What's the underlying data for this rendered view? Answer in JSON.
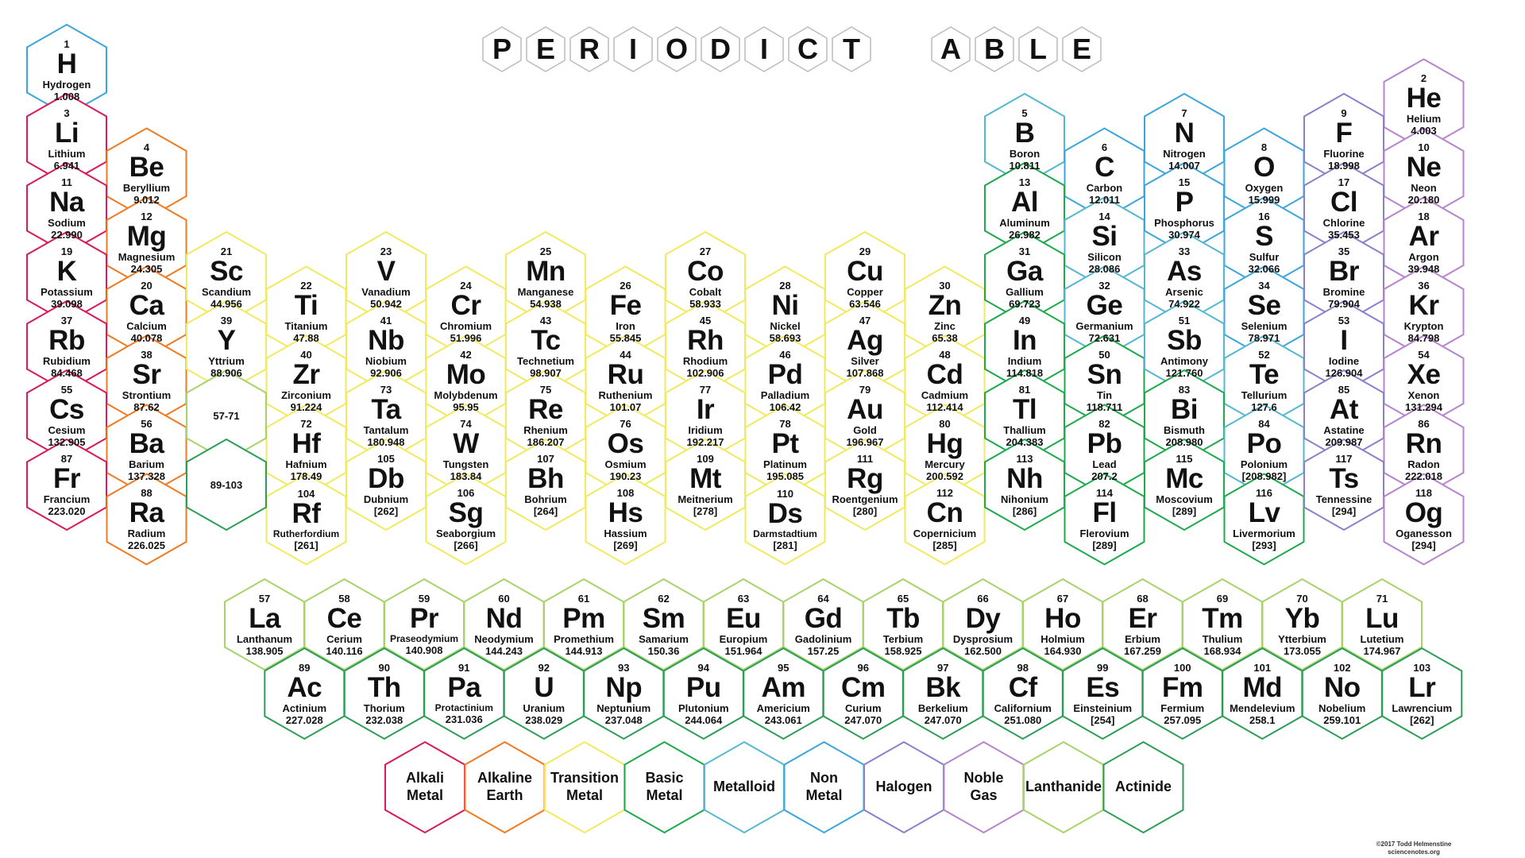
{
  "title": {
    "letters": [
      "P",
      "E",
      "R",
      "I",
      "O",
      "D",
      "I",
      "C",
      "T",
      "A",
      "B",
      "L",
      "E"
    ]
  },
  "colors": {
    "alkali": "#d81b5a",
    "alkaline": "#f07b22",
    "transition": "#f2ea5e",
    "basic": "#1faa4e",
    "metalloid": "#55b8d0",
    "nonmetal": "#3da6dc",
    "halogen": "#8d7fcc",
    "noble": "#b685cf",
    "lanthanide": "#a8d36b",
    "actinide": "#2e9e57"
  },
  "elements": [
    {
      "n": "1",
      "s": "H",
      "name": "Hydrogen",
      "m": "1.008",
      "c": "nonmetal",
      "row": 1,
      "col": 1
    },
    {
      "n": "2",
      "s": "He",
      "name": "Helium",
      "m": "4.003",
      "c": "noble",
      "row": 1,
      "col": 18
    },
    {
      "n": "3",
      "s": "Li",
      "name": "Lithium",
      "m": "6.941",
      "c": "alkali",
      "row": 2,
      "col": 1
    },
    {
      "n": "4",
      "s": "Be",
      "name": "Beryllium",
      "m": "9.012",
      "c": "alkaline",
      "row": 2,
      "col": 2
    },
    {
      "n": "5",
      "s": "B",
      "name": "Boron",
      "m": "10.811",
      "c": "metalloid",
      "row": 2,
      "col": 13
    },
    {
      "n": "6",
      "s": "C",
      "name": "Carbon",
      "m": "12.011",
      "c": "nonmetal",
      "row": 2,
      "col": 14
    },
    {
      "n": "7",
      "s": "N",
      "name": "Nitrogen",
      "m": "14.007",
      "c": "nonmetal",
      "row": 2,
      "col": 15
    },
    {
      "n": "8",
      "s": "O",
      "name": "Oxygen",
      "m": "15.999",
      "c": "nonmetal",
      "row": 2,
      "col": 16
    },
    {
      "n": "9",
      "s": "F",
      "name": "Fluorine",
      "m": "18.998",
      "c": "halogen",
      "row": 2,
      "col": 17
    },
    {
      "n": "10",
      "s": "Ne",
      "name": "Neon",
      "m": "20.180",
      "c": "noble",
      "row": 2,
      "col": 18
    },
    {
      "n": "11",
      "s": "Na",
      "name": "Sodium",
      "m": "22.990",
      "c": "alkali",
      "row": 3,
      "col": 1
    },
    {
      "n": "12",
      "s": "Mg",
      "name": "Magnesium",
      "m": "24.305",
      "c": "alkaline",
      "row": 3,
      "col": 2
    },
    {
      "n": "13",
      "s": "Al",
      "name": "Aluminum",
      "m": "26.982",
      "c": "basic",
      "row": 3,
      "col": 13
    },
    {
      "n": "14",
      "s": "Si",
      "name": "Silicon",
      "m": "28.086",
      "c": "metalloid",
      "row": 3,
      "col": 14
    },
    {
      "n": "15",
      "s": "P",
      "name": "Phosphorus",
      "m": "30.974",
      "c": "nonmetal",
      "row": 3,
      "col": 15
    },
    {
      "n": "16",
      "s": "S",
      "name": "Sulfur",
      "m": "32.066",
      "c": "nonmetal",
      "row": 3,
      "col": 16
    },
    {
      "n": "17",
      "s": "Cl",
      "name": "Chlorine",
      "m": "35.453",
      "c": "halogen",
      "row": 3,
      "col": 17
    },
    {
      "n": "18",
      "s": "Ar",
      "name": "Argon",
      "m": "39.948",
      "c": "noble",
      "row": 3,
      "col": 18
    },
    {
      "n": "19",
      "s": "K",
      "name": "Potassium",
      "m": "39.098",
      "c": "alkali",
      "row": 4,
      "col": 1
    },
    {
      "n": "20",
      "s": "Ca",
      "name": "Calcium",
      "m": "40.078",
      "c": "alkaline",
      "row": 4,
      "col": 2
    },
    {
      "n": "21",
      "s": "Sc",
      "name": "Scandium",
      "m": "44.956",
      "c": "transition",
      "row": 4,
      "col": 3
    },
    {
      "n": "22",
      "s": "Ti",
      "name": "Titanium",
      "m": "47.88",
      "c": "transition",
      "row": 4,
      "col": 4
    },
    {
      "n": "23",
      "s": "V",
      "name": "Vanadium",
      "m": "50.942",
      "c": "transition",
      "row": 4,
      "col": 5
    },
    {
      "n": "24",
      "s": "Cr",
      "name": "Chromium",
      "m": "51.996",
      "c": "transition",
      "row": 4,
      "col": 6
    },
    {
      "n": "25",
      "s": "Mn",
      "name": "Manganese",
      "m": "54.938",
      "c": "transition",
      "row": 4,
      "col": 7
    },
    {
      "n": "26",
      "s": "Fe",
      "name": "Iron",
      "m": "55.845",
      "c": "transition",
      "row": 4,
      "col": 8
    },
    {
      "n": "27",
      "s": "Co",
      "name": "Cobalt",
      "m": "58.933",
      "c": "transition",
      "row": 4,
      "col": 9
    },
    {
      "n": "28",
      "s": "Ni",
      "name": "Nickel",
      "m": "58.693",
      "c": "transition",
      "row": 4,
      "col": 10
    },
    {
      "n": "29",
      "s": "Cu",
      "name": "Copper",
      "m": "63.546",
      "c": "transition",
      "row": 4,
      "col": 11
    },
    {
      "n": "30",
      "s": "Zn",
      "name": "Zinc",
      "m": "65.38",
      "c": "transition",
      "row": 4,
      "col": 12
    },
    {
      "n": "31",
      "s": "Ga",
      "name": "Gallium",
      "m": "69.723",
      "c": "basic",
      "row": 4,
      "col": 13
    },
    {
      "n": "32",
      "s": "Ge",
      "name": "Germanium",
      "m": "72.631",
      "c": "metalloid",
      "row": 4,
      "col": 14
    },
    {
      "n": "33",
      "s": "As",
      "name": "Arsenic",
      "m": "74.922",
      "c": "metalloid",
      "row": 4,
      "col": 15
    },
    {
      "n": "34",
      "s": "Se",
      "name": "Selenium",
      "m": "78.971",
      "c": "nonmetal",
      "row": 4,
      "col": 16
    },
    {
      "n": "35",
      "s": "Br",
      "name": "Bromine",
      "m": "79.904",
      "c": "halogen",
      "row": 4,
      "col": 17
    },
    {
      "n": "36",
      "s": "Kr",
      "name": "Krypton",
      "m": "84.798",
      "c": "noble",
      "row": 4,
      "col": 18
    },
    {
      "n": "37",
      "s": "Rb",
      "name": "Rubidium",
      "m": "84.468",
      "c": "alkali",
      "row": 5,
      "col": 1
    },
    {
      "n": "38",
      "s": "Sr",
      "name": "Strontium",
      "m": "87.62",
      "c": "alkaline",
      "row": 5,
      "col": 2
    },
    {
      "n": "39",
      "s": "Y",
      "name": "Yttrium",
      "m": "88.906",
      "c": "transition",
      "row": 5,
      "col": 3
    },
    {
      "n": "40",
      "s": "Zr",
      "name": "Zirconium",
      "m": "91.224",
      "c": "transition",
      "row": 5,
      "col": 4
    },
    {
      "n": "41",
      "s": "Nb",
      "name": "Niobium",
      "m": "92.906",
      "c": "transition",
      "row": 5,
      "col": 5
    },
    {
      "n": "42",
      "s": "Mo",
      "name": "Molybdenum",
      "m": "95.95",
      "c": "transition",
      "row": 5,
      "col": 6
    },
    {
      "n": "43",
      "s": "Tc",
      "name": "Technetium",
      "m": "98.907",
      "c": "transition",
      "row": 5,
      "col": 7
    },
    {
      "n": "44",
      "s": "Ru",
      "name": "Ruthenium",
      "m": "101.07",
      "c": "transition",
      "row": 5,
      "col": 8
    },
    {
      "n": "45",
      "s": "Rh",
      "name": "Rhodium",
      "m": "102.906",
      "c": "transition",
      "row": 5,
      "col": 9
    },
    {
      "n": "46",
      "s": "Pd",
      "name": "Palladium",
      "m": "106.42",
      "c": "transition",
      "row": 5,
      "col": 10
    },
    {
      "n": "47",
      "s": "Ag",
      "name": "Silver",
      "m": "107.868",
      "c": "transition",
      "row": 5,
      "col": 11
    },
    {
      "n": "48",
      "s": "Cd",
      "name": "Cadmium",
      "m": "112.414",
      "c": "transition",
      "row": 5,
      "col": 12
    },
    {
      "n": "49",
      "s": "In",
      "name": "Indium",
      "m": "114.818",
      "c": "basic",
      "row": 5,
      "col": 13
    },
    {
      "n": "50",
      "s": "Sn",
      "name": "Tin",
      "m": "118.711",
      "c": "basic",
      "row": 5,
      "col": 14
    },
    {
      "n": "51",
      "s": "Sb",
      "name": "Antimony",
      "m": "121.760",
      "c": "metalloid",
      "row": 5,
      "col": 15
    },
    {
      "n": "52",
      "s": "Te",
      "name": "Tellurium",
      "m": "127.6",
      "c": "metalloid",
      "row": 5,
      "col": 16
    },
    {
      "n": "53",
      "s": "I",
      "name": "Iodine",
      "m": "126.904",
      "c": "halogen",
      "row": 5,
      "col": 17
    },
    {
      "n": "54",
      "s": "Xe",
      "name": "Xenon",
      "m": "131.294",
      "c": "noble",
      "row": 5,
      "col": 18
    },
    {
      "n": "55",
      "s": "Cs",
      "name": "Cesium",
      "m": "132.905",
      "c": "alkali",
      "row": 6,
      "col": 1
    },
    {
      "n": "56",
      "s": "Ba",
      "name": "Barium",
      "m": "137.328",
      "c": "alkaline",
      "row": 6,
      "col": 2
    },
    {
      "n": "72",
      "s": "Hf",
      "name": "Hafnium",
      "m": "178.49",
      "c": "transition",
      "row": 6,
      "col": 4
    },
    {
      "n": "73",
      "s": "Ta",
      "name": "Tantalum",
      "m": "180.948",
      "c": "transition",
      "row": 6,
      "col": 5
    },
    {
      "n": "74",
      "s": "W",
      "name": "Tungsten",
      "m": "183.84",
      "c": "transition",
      "row": 6,
      "col": 6
    },
    {
      "n": "75",
      "s": "Re",
      "name": "Rhenium",
      "m": "186.207",
      "c": "transition",
      "row": 6,
      "col": 7
    },
    {
      "n": "76",
      "s": "Os",
      "name": "Osmium",
      "m": "190.23",
      "c": "transition",
      "row": 6,
      "col": 8
    },
    {
      "n": "77",
      "s": "Ir",
      "name": "Iridium",
      "m": "192.217",
      "c": "transition",
      "row": 6,
      "col": 9
    },
    {
      "n": "78",
      "s": "Pt",
      "name": "Platinum",
      "m": "195.085",
      "c": "transition",
      "row": 6,
      "col": 10
    },
    {
      "n": "79",
      "s": "Au",
      "name": "Gold",
      "m": "196.967",
      "c": "transition",
      "row": 6,
      "col": 11
    },
    {
      "n": "80",
      "s": "Hg",
      "name": "Mercury",
      "m": "200.592",
      "c": "transition",
      "row": 6,
      "col": 12
    },
    {
      "n": "81",
      "s": "Tl",
      "name": "Thallium",
      "m": "204.383",
      "c": "basic",
      "row": 6,
      "col": 13
    },
    {
      "n": "82",
      "s": "Pb",
      "name": "Lead",
      "m": "207.2",
      "c": "basic",
      "row": 6,
      "col": 14
    },
    {
      "n": "83",
      "s": "Bi",
      "name": "Bismuth",
      "m": "208.980",
      "c": "basic",
      "row": 6,
      "col": 15
    },
    {
      "n": "84",
      "s": "Po",
      "name": "Polonium",
      "m": "[208.982]",
      "c": "metalloid",
      "row": 6,
      "col": 16
    },
    {
      "n": "85",
      "s": "At",
      "name": "Astatine",
      "m": "209.987",
      "c": "halogen",
      "row": 6,
      "col": 17
    },
    {
      "n": "86",
      "s": "Rn",
      "name": "Radon",
      "m": "222.018",
      "c": "noble",
      "row": 6,
      "col": 18
    },
    {
      "n": "87",
      "s": "Fr",
      "name": "Francium",
      "m": "223.020",
      "c": "alkali",
      "row": 7,
      "col": 1
    },
    {
      "n": "88",
      "s": "Ra",
      "name": "Radium",
      "m": "226.025",
      "c": "alkaline",
      "row": 7,
      "col": 2
    },
    {
      "n": "104",
      "s": "Rf",
      "name": "Rutherfordium",
      "m": "[261]",
      "c": "transition",
      "row": 7,
      "col": 4
    },
    {
      "n": "105",
      "s": "Db",
      "name": "Dubnium",
      "m": "[262]",
      "c": "transition",
      "row": 7,
      "col": 5
    },
    {
      "n": "106",
      "s": "Sg",
      "name": "Seaborgium",
      "m": "[266]",
      "c": "transition",
      "row": 7,
      "col": 6
    },
    {
      "n": "107",
      "s": "Bh",
      "name": "Bohrium",
      "m": "[264]",
      "c": "transition",
      "row": 7,
      "col": 7
    },
    {
      "n": "108",
      "s": "Hs",
      "name": "Hassium",
      "m": "[269]",
      "c": "transition",
      "row": 7,
      "col": 8
    },
    {
      "n": "109",
      "s": "Mt",
      "name": "Meitnerium",
      "m": "[278]",
      "c": "transition",
      "row": 7,
      "col": 9
    },
    {
      "n": "110",
      "s": "Ds",
      "name": "Darmstadtium",
      "m": "[281]",
      "c": "transition",
      "row": 7,
      "col": 10
    },
    {
      "n": "111",
      "s": "Rg",
      "name": "Roentgenium",
      "m": "[280]",
      "c": "transition",
      "row": 7,
      "col": 11
    },
    {
      "n": "112",
      "s": "Cn",
      "name": "Copernicium",
      "m": "[285]",
      "c": "transition",
      "row": 7,
      "col": 12
    },
    {
      "n": "113",
      "s": "Nh",
      "name": "Nihonium",
      "m": "[286]",
      "c": "basic",
      "row": 7,
      "col": 13
    },
    {
      "n": "114",
      "s": "Fl",
      "name": "Flerovium",
      "m": "[289]",
      "c": "basic",
      "row": 7,
      "col": 14
    },
    {
      "n": "115",
      "s": "Mc",
      "name": "Moscovium",
      "m": "[289]",
      "c": "basic",
      "row": 7,
      "col": 15
    },
    {
      "n": "116",
      "s": "Lv",
      "name": "Livermorium",
      "m": "[293]",
      "c": "basic",
      "row": 7,
      "col": 16
    },
    {
      "n": "117",
      "s": "Ts",
      "name": "Tennessine",
      "m": "[294]",
      "c": "halogen",
      "row": 7,
      "col": 17
    },
    {
      "n": "118",
      "s": "Og",
      "name": "Oganesson",
      "m": "[294]",
      "c": "noble",
      "row": 7,
      "col": 18
    }
  ],
  "placeholders": [
    {
      "label": "57-71",
      "c": "lanthanide",
      "row": 6,
      "col": 3
    },
    {
      "label": "89-103",
      "c": "actinide",
      "row": 7,
      "col": 3
    }
  ],
  "lanthanides": [
    {
      "n": "57",
      "s": "La",
      "name": "Lanthanum",
      "m": "138.905"
    },
    {
      "n": "58",
      "s": "Ce",
      "name": "Cerium",
      "m": "140.116"
    },
    {
      "n": "59",
      "s": "Pr",
      "name": "Praseodymium",
      "m": "140.908"
    },
    {
      "n": "60",
      "s": "Nd",
      "name": "Neodymium",
      "m": "144.243"
    },
    {
      "n": "61",
      "s": "Pm",
      "name": "Promethium",
      "m": "144.913"
    },
    {
      "n": "62",
      "s": "Sm",
      "name": "Samarium",
      "m": "150.36"
    },
    {
      "n": "63",
      "s": "Eu",
      "name": "Europium",
      "m": "151.964"
    },
    {
      "n": "64",
      "s": "Gd",
      "name": "Gadolinium",
      "m": "157.25"
    },
    {
      "n": "65",
      "s": "Tb",
      "name": "Terbium",
      "m": "158.925"
    },
    {
      "n": "66",
      "s": "Dy",
      "name": "Dysprosium",
      "m": "162.500"
    },
    {
      "n": "67",
      "s": "Ho",
      "name": "Holmium",
      "m": "164.930"
    },
    {
      "n": "68",
      "s": "Er",
      "name": "Erbium",
      "m": "167.259"
    },
    {
      "n": "69",
      "s": "Tm",
      "name": "Thulium",
      "m": "168.934"
    },
    {
      "n": "70",
      "s": "Yb",
      "name": "Ytterbium",
      "m": "173.055"
    },
    {
      "n": "71",
      "s": "Lu",
      "name": "Lutetium",
      "m": "174.967"
    }
  ],
  "actinides": [
    {
      "n": "89",
      "s": "Ac",
      "name": "Actinium",
      "m": "227.028"
    },
    {
      "n": "90",
      "s": "Th",
      "name": "Thorium",
      "m": "232.038"
    },
    {
      "n": "91",
      "s": "Pa",
      "name": "Protactinium",
      "m": "231.036"
    },
    {
      "n": "92",
      "s": "U",
      "name": "Uranium",
      "m": "238.029"
    },
    {
      "n": "93",
      "s": "Np",
      "name": "Neptunium",
      "m": "237.048"
    },
    {
      "n": "94",
      "s": "Pu",
      "name": "Plutonium",
      "m": "244.064"
    },
    {
      "n": "95",
      "s": "Am",
      "name": "Americium",
      "m": "243.061"
    },
    {
      "n": "96",
      "s": "Cm",
      "name": "Curium",
      "m": "247.070"
    },
    {
      "n": "97",
      "s": "Bk",
      "name": "Berkelium",
      "m": "247.070"
    },
    {
      "n": "98",
      "s": "Cf",
      "name": "Californium",
      "m": "251.080"
    },
    {
      "n": "99",
      "s": "Es",
      "name": "Einsteinium",
      "m": "[254]"
    },
    {
      "n": "100",
      "s": "Fm",
      "name": "Fermium",
      "m": "257.095"
    },
    {
      "n": "101",
      "s": "Md",
      "name": "Mendelevium",
      "m": "258.1"
    },
    {
      "n": "102",
      "s": "No",
      "name": "Nobelium",
      "m": "259.101"
    },
    {
      "n": "103",
      "s": "Lr",
      "name": "Lawrencium",
      "m": "[262]"
    }
  ],
  "legend": [
    {
      "label": "Alkali\nMetal",
      "c": "alkali"
    },
    {
      "label": "Alkaline\nEarth",
      "c": "alkaline"
    },
    {
      "label": "Transition\nMetal",
      "c": "transition"
    },
    {
      "label": "Basic\nMetal",
      "c": "basic"
    },
    {
      "label": "Metalloid",
      "c": "metalloid"
    },
    {
      "label": "Non\nMetal",
      "c": "nonmetal"
    },
    {
      "label": "Halogen",
      "c": "halogen"
    },
    {
      "label": "Noble\nGas",
      "c": "noble"
    },
    {
      "label": "Lanthanide",
      "c": "lanthanide"
    },
    {
      "label": "Actinide",
      "c": "actinide"
    }
  ],
  "credit": {
    "line1": "©2017 Todd Helmenstine",
    "line2": "sciencenotes.org"
  }
}
